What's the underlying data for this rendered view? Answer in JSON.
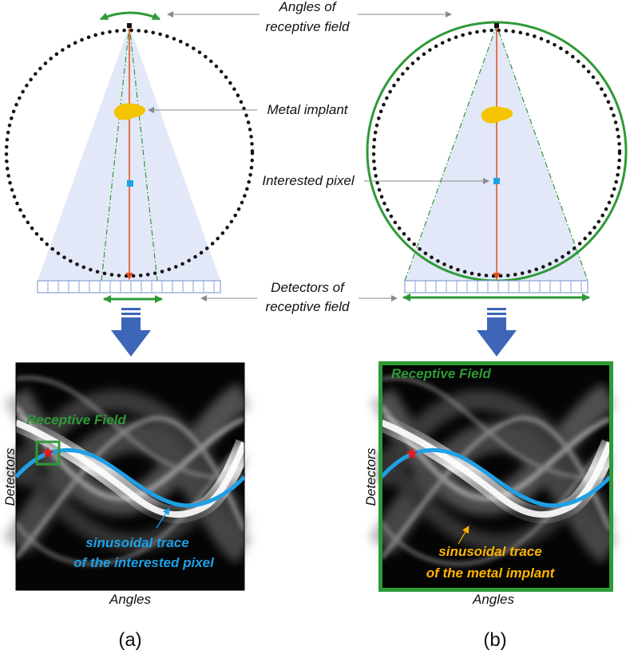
{
  "labels": {
    "angles_rf_line1": "Angles of",
    "angles_rf_line2": "receptive field",
    "metal_implant": "Metal implant",
    "interested_pixel": "Interested pixel",
    "detectors_rf_line1": "Detectors of",
    "detectors_rf_line2": "receptive field"
  },
  "panel_a": {
    "caption": "(a)",
    "receptive_field": "Receptive Field",
    "y_axis": "Detectors",
    "x_axis": "Angles",
    "trace_line1": "sinusoidal trace",
    "trace_line2": "of the interested pixel"
  },
  "panel_b": {
    "caption": "(b)",
    "receptive_field": "Receptive Field",
    "y_axis": "Detectors",
    "x_axis": "Angles",
    "trace_line1": "sinusoidal trace",
    "trace_line2": "of the metal implant"
  },
  "colors": {
    "green": "#2e9a36",
    "blue_trace": "#1ea0e6",
    "orange_text": "#ffb400",
    "red_ray": "#e64a19",
    "metal": "#f5c400",
    "fan": "#dfe6f6",
    "arrow_blue": "#3d66b8",
    "detector": "#8aa2d8"
  },
  "icons": [
    "arrow-down-icon",
    "star-icon",
    "double-arrow-icon"
  ]
}
